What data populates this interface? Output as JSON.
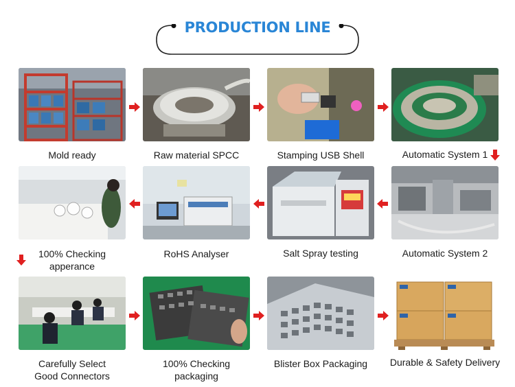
{
  "title": "PRODUCTION LINE",
  "colors": {
    "title": "#2a86d6",
    "arrow": "#e02020",
    "frame": "#222222"
  },
  "steps": [
    {
      "label": "Mold ready",
      "icon": "mold-rack-photo"
    },
    {
      "label": "Raw material SPCC",
      "icon": "steel-coil-photo"
    },
    {
      "label": "Stamping USB Shell",
      "icon": "stamping-photo"
    },
    {
      "label": "Automatic System 1",
      "icon": "vibratory-feeder-photo"
    },
    {
      "label": "Automatic System 2",
      "icon": "automation-machine-photo"
    },
    {
      "label": "Salt Spray testing",
      "icon": "salt-spray-chamber-photo"
    },
    {
      "label": "RoHS Analyser",
      "icon": "rohs-analyser-photo"
    },
    {
      "label_line1": "100% Checking",
      "label_line2": "apperance",
      "icon": "inspection-table-photo"
    },
    {
      "label_line1": "Carefully Select",
      "label_line2": "Good Connectors",
      "icon": "workers-photo"
    },
    {
      "label_line1": "100% Checking",
      "label_line2": "packaging",
      "icon": "tray-packaging-photo"
    },
    {
      "label": "Blister Box Packaging",
      "icon": "blister-trays-photo"
    },
    {
      "label": "Durable & Safety Delivery",
      "icon": "carton-pallet-photo"
    }
  ]
}
